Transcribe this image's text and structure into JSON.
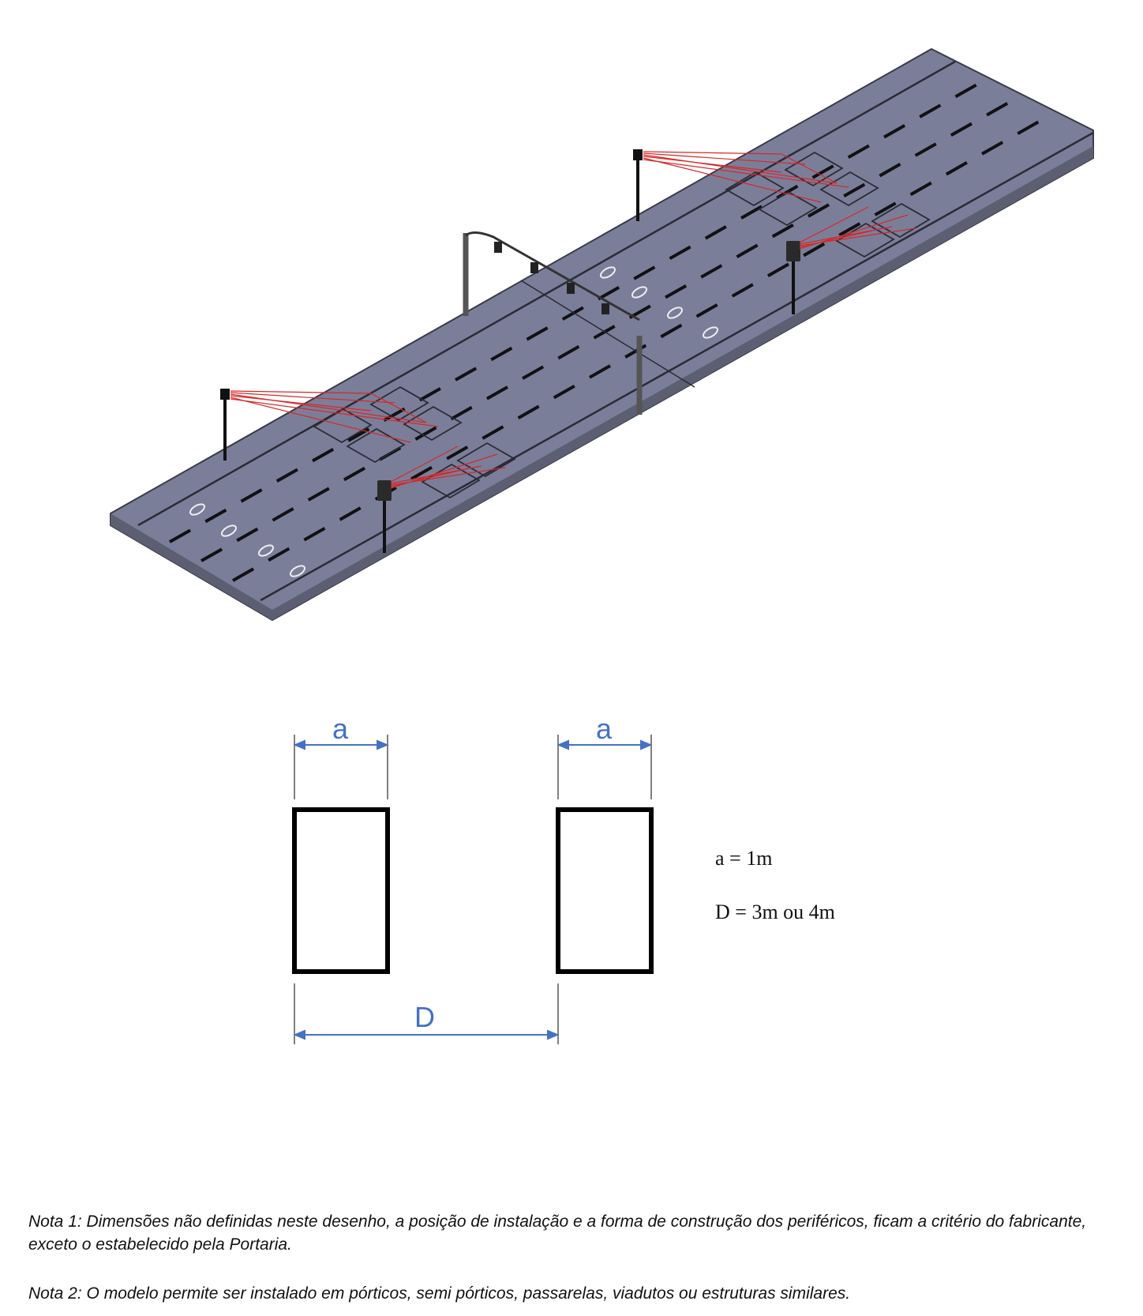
{
  "dimensions": {
    "label_a": "a",
    "label_D": "D",
    "legend_a": "a = 1m",
    "legend_D": "D = 3m ou 4m"
  },
  "notes": {
    "note1": "Nota 1: Dimensões não definidas neste desenho, a posição de instalação e a forma de construção dos periféricos, ficam a critério do fabricante, exceto o estabelecido pela Portaria.",
    "note2": "Nota 2: O modelo permite ser instalado em pórticos, semi pórticos, passarelas, viadutos ou estruturas similares."
  },
  "colors": {
    "road": "#7b7e99",
    "dimension_lines": "#4472c4",
    "sensor_beams": "#d62828"
  }
}
